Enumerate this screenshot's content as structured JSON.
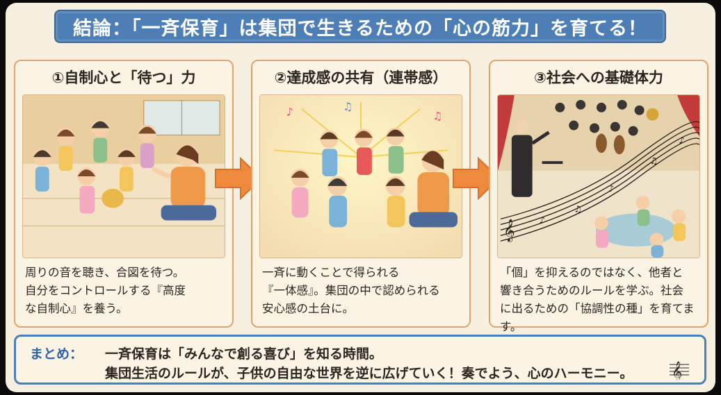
{
  "title": "結論：「一斉保育」は集団で生きるための「心の筋力」を育てる！",
  "panels": [
    {
      "heading": "①自制心と「待つ」力",
      "text": "周りの音を聴き、合図を待つ。\n自分をコントロールする『高度\nな自制心』を養う。",
      "illustration": "children-waiting-for-cue-illustration"
    },
    {
      "heading": "②達成感の共有（連帯感）",
      "text": "一斉に動くことで得られる\n『一体感』。集団の中で認められる\n安心感の土台に。",
      "illustration": "children-celebrating-together-illustration"
    },
    {
      "heading": "③社会への基礎体力",
      "text": "「個」を抑えるのではなく、他者と\n響き合うためのルールを学ぶ。社会\nに出るための「協調性の種」を育てます。",
      "illustration": "orchestra-and-children-illustration"
    }
  ],
  "summary": {
    "label": "まとめ：",
    "line1": "一斉保育は「みんなで創る喜び」を知る時間。",
    "line2": "集団生活のルールが、子供の自由な世界を逆に広げていく！奏でよう、心のハーモニー。"
  },
  "colors": {
    "banner": "#4d7fb6",
    "panel_border": "#e2a466",
    "arrow": "#ef8a3c",
    "background": "#f7efdf"
  }
}
